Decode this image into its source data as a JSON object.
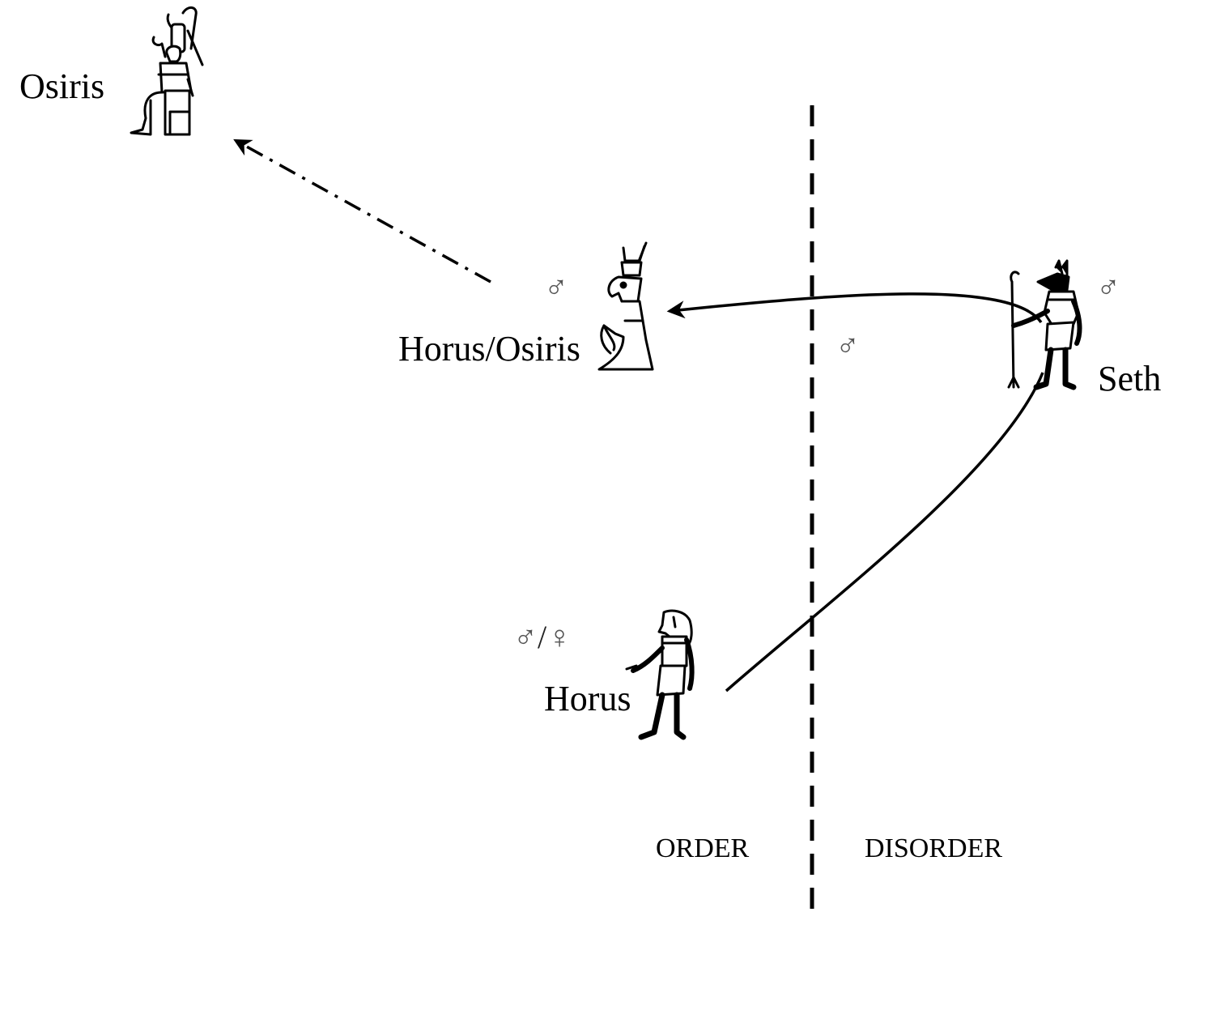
{
  "figures": {
    "osiris": {
      "name": "Osiris"
    },
    "horus_osiris": {
      "name": "Horus/Osiris",
      "symbol": "♂"
    },
    "seth": {
      "name": "Seth",
      "symbol": "♂"
    },
    "horus": {
      "name": "Horus",
      "symbol_male": "♂",
      "symbol_slash": "/",
      "symbol_female": "♀"
    }
  },
  "divider_symbol": "♂",
  "regions": {
    "left": "ORDER",
    "right": "DISORDER"
  },
  "colors": {
    "ink": "#000000",
    "symbol": "#555555",
    "background": "#ffffff"
  }
}
